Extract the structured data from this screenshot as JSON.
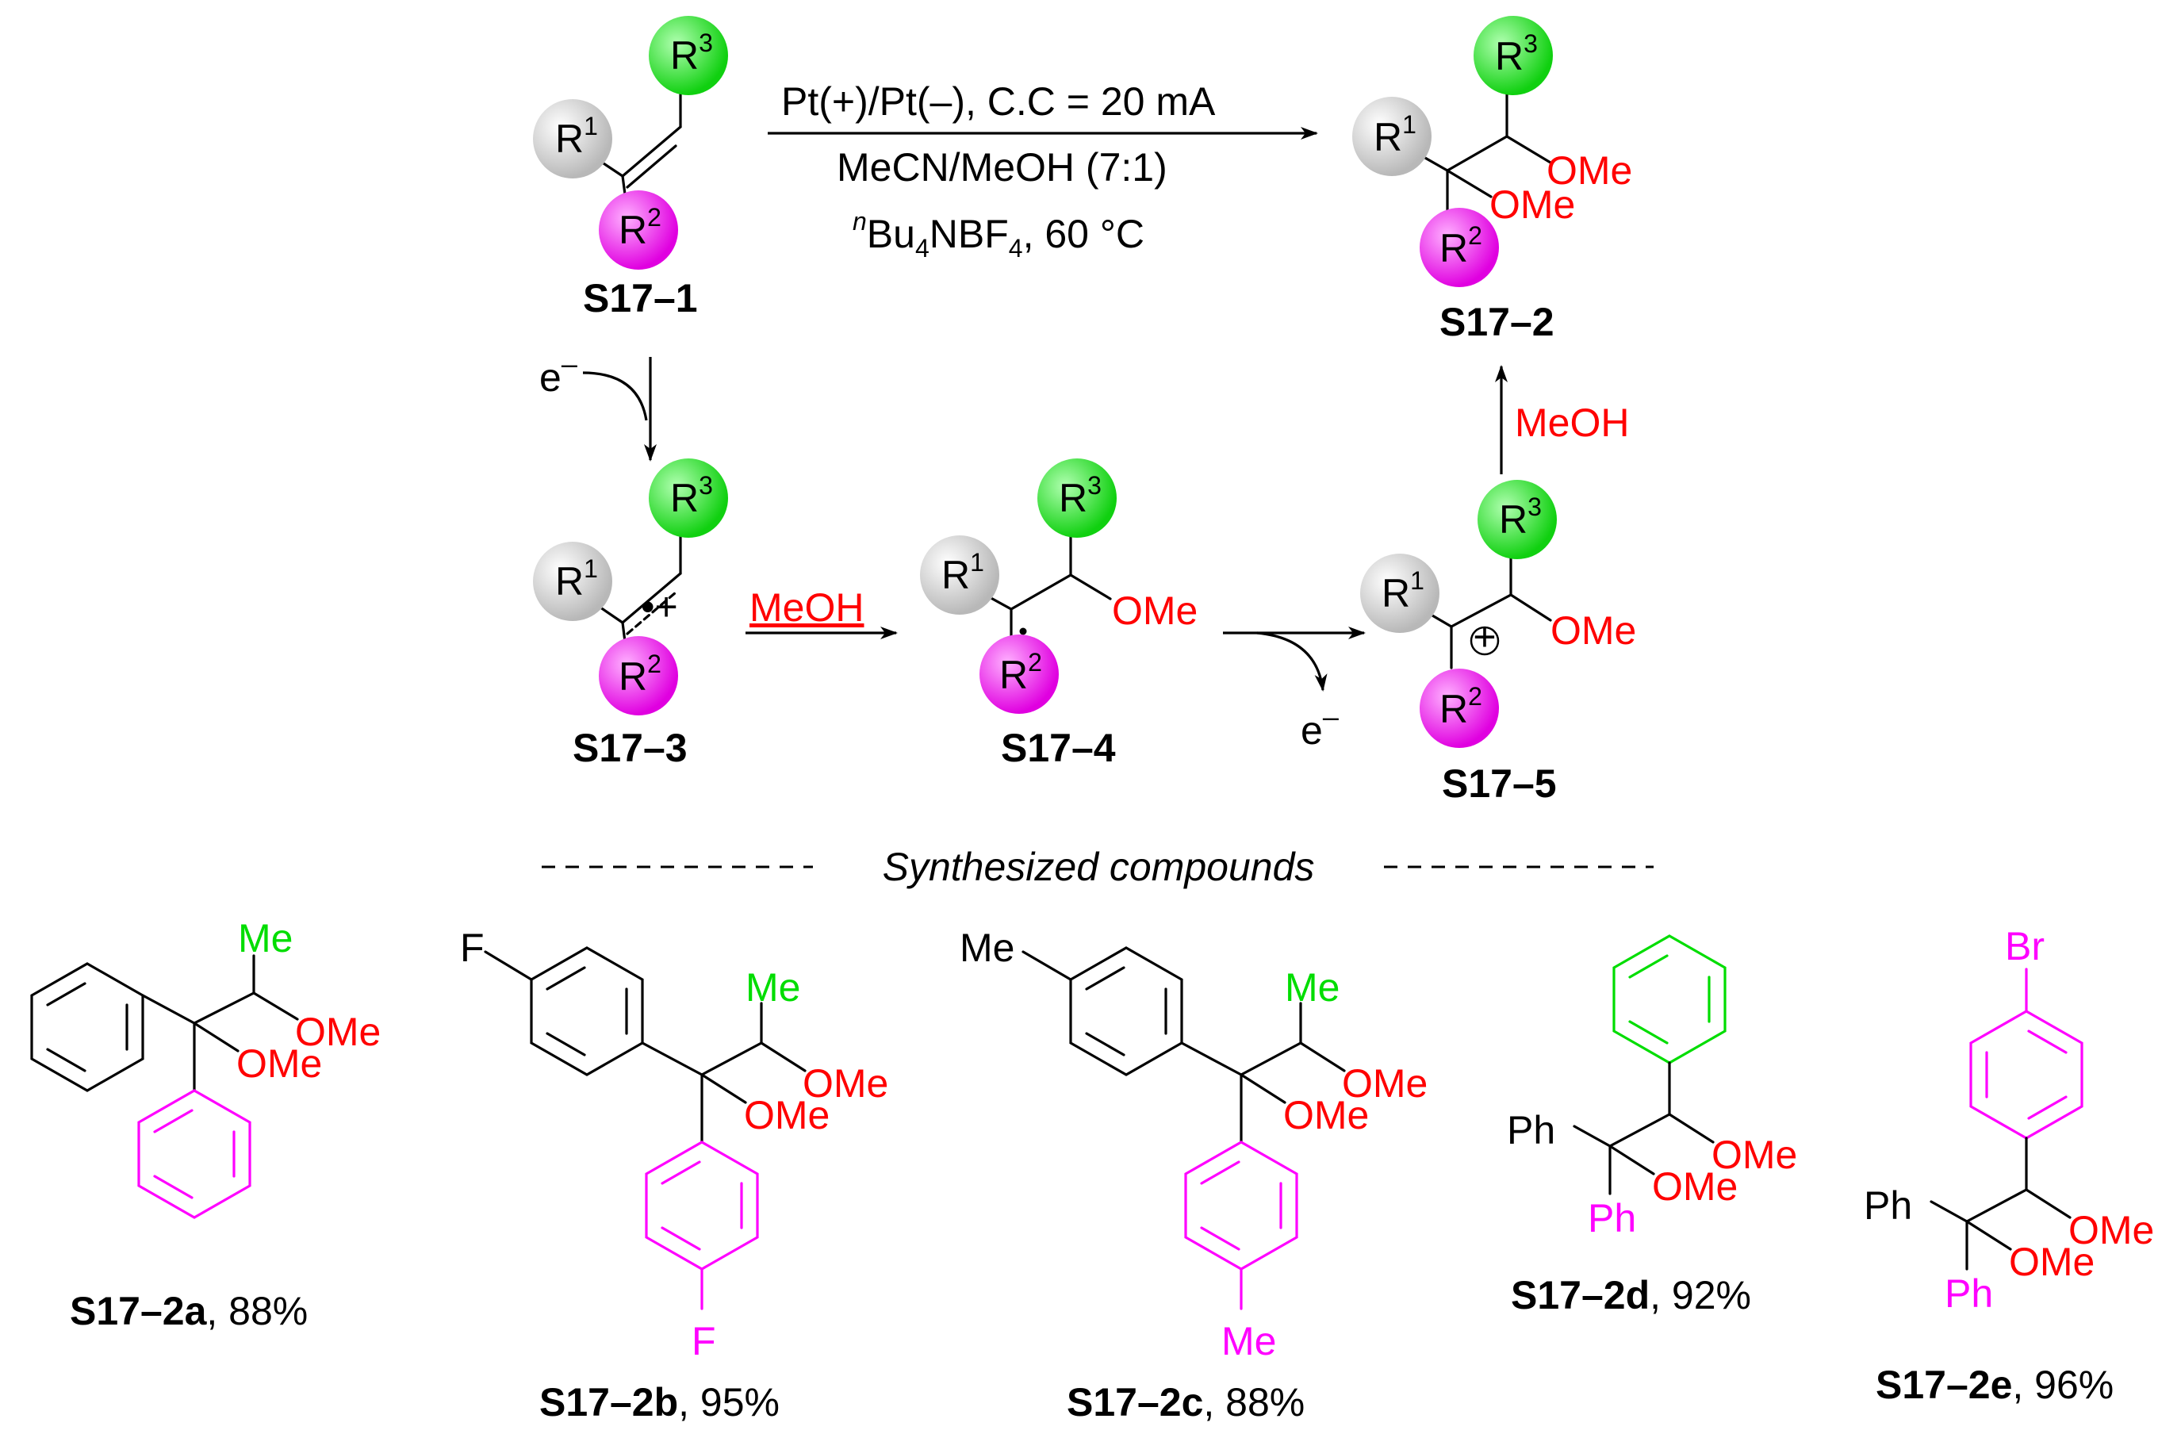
{
  "conditions": {
    "line1": "Pt(+)/Pt(–), C.C = 20 mA",
    "line2": "MeCN/MeOH (7:1)",
    "line3_sup": "n",
    "line3_a": "Bu",
    "line3_sub": "4",
    "line3_b": "NBF",
    "line3_sub2": "4",
    "line3_c": ", 60 °C"
  },
  "groups": {
    "r": "R",
    "one": "1",
    "two": "2",
    "three": "3"
  },
  "labels": {
    "s17_1": "S17–1",
    "s17_2": "S17–2",
    "s17_3": "S17–3",
    "s17_4": "S17–4",
    "s17_5": "S17–5"
  },
  "reagents": {
    "electron": "e",
    "minus": "–",
    "meoh": "MeOH",
    "ome": "OMe",
    "radical_cation": "•+",
    "cation": "+"
  },
  "section_title": "Synthesized compounds",
  "substituents": {
    "me": "Me",
    "f": "F",
    "br": "Br",
    "ph": "Ph"
  },
  "compounds": [
    {
      "code": "S17–2a",
      "yield": ", 88%"
    },
    {
      "code": "S17–2b",
      "yield": ", 95%"
    },
    {
      "code": "S17–2c",
      "yield": ", 88%"
    },
    {
      "code": "S17–2d",
      "yield": ", 92%"
    },
    {
      "code": "S17–2e",
      "yield": ", 96%"
    }
  ],
  "colors": {
    "r1_sphere": "#d8d8d8",
    "r2_sphere": "#ff33ff",
    "r3_sphere": "#33ee33",
    "ome_text": "#ff0000",
    "me_text": "#00dd00",
    "aryl_magenta": "#ff00ff"
  }
}
